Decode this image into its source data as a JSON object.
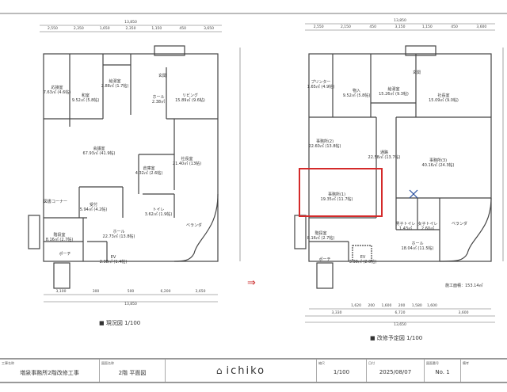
{
  "existing_plan": {
    "caption": "■ 現況図 1/100",
    "top_total": "13,850",
    "top_dims": [
      "2,550",
      "2,350",
      "1,650",
      "2,350",
      "1,150",
      "450",
      "3,650"
    ],
    "bottom_dims": [
      "3,100",
      "300",
      "500",
      "6,200",
      "3,650"
    ],
    "bottom_total": "13,850",
    "rooms": [
      {
        "name": "応接室",
        "area": "7.63㎡ (4.6帖)"
      },
      {
        "name": "和室",
        "area": "9.52㎡ (5.8帖)"
      },
      {
        "name": "給湯室",
        "area": "2.88㎡ (1.7帖)"
      },
      {
        "name": "ホール",
        "area": "2.38㎡"
      },
      {
        "name": "リビング",
        "area": "15.89㎡ (9.6帖)"
      },
      {
        "name": "玄関",
        "area": ""
      },
      {
        "name": "会議室",
        "area": "67.93㎡ (41.9帖)"
      },
      {
        "name": "社長室",
        "area": "21.40㎡ (13帖)"
      },
      {
        "name": "倉庫室",
        "area": "4.32㎡ (2.6帖)"
      },
      {
        "name": "図書コーナー",
        "area": ""
      },
      {
        "name": "受付",
        "area": "5.94㎡ (4.2帖)"
      },
      {
        "name": "トイレ",
        "area": "3.62㎡ (1.9帖)"
      },
      {
        "name": "ホール",
        "area": "22.73㎡ (13.8帖)"
      },
      {
        "name": "ベランダ",
        "area": ""
      },
      {
        "name": "階段室",
        "area": "8.16㎡ (2.7帖)"
      },
      {
        "name": "ポーチ",
        "area": ""
      },
      {
        "name": "EV",
        "area": "2.38㎡ (1.4帖)"
      }
    ]
  },
  "arrow": "⇒",
  "planned_plan": {
    "caption": "■ 改修予定図 1/100",
    "construction_area": "施工面積：153.14㎡",
    "top_total": "13,850",
    "top_dims": [
      "2,550",
      "2,150",
      "450",
      "3,150",
      "1,150",
      "450",
      "3,600"
    ],
    "bottom_dims_upper": [
      "1,620",
      "200",
      "1,600",
      "200",
      "1,580",
      "1,600"
    ],
    "bottom_dims_lower": [
      "3,330",
      "6,720",
      "3,600"
    ],
    "bottom_total": "13,650",
    "rooms": [
      {
        "name": "プリンター",
        "area": "1.65㎡ (4.9帖)"
      },
      {
        "name": "物入",
        "area": "9.52㎡ (5.8帖)"
      },
      {
        "name": "給湯室",
        "area": "15.26㎡ (9.3帖)"
      },
      {
        "name": "玄関",
        "area": ""
      },
      {
        "name": "社長室",
        "area": "15.09㎡ (9.0帖)"
      },
      {
        "name": "事務所(2)",
        "area": "22.60㎡ (13.8帖)"
      },
      {
        "name": "通路",
        "area": "22.58㎡ (13.7帖)"
      },
      {
        "name": "事務所(3)",
        "area": "40.16㎡ (24.3帖)"
      },
      {
        "name": "事務所(1)",
        "area": "19.35㎡ (11.7帖)"
      },
      {
        "name": "男子トイレ",
        "area": "1.43㎡"
      },
      {
        "name": "女子トイレ",
        "area": "2.60㎡"
      },
      {
        "name": "ベランダ",
        "area": ""
      },
      {
        "name": "階段室",
        "area": "8.16㎡ (2.7帖)"
      },
      {
        "name": "ホール",
        "area": "18.04㎡ (11.5帖)"
      },
      {
        "name": "ポーチ",
        "area": ""
      },
      {
        "name": "EV",
        "area": "3.38㎡ (2.0帖)"
      }
    ]
  },
  "title_block": {
    "project_label": "工事名称",
    "project": "増泉事務所2階改修工事",
    "drawing_label": "図面名称",
    "drawing": "2階 平面図",
    "logo": "ichiko",
    "scale_label": "縮尺",
    "scale": "1/100",
    "date_label": "日付",
    "date": "2025/08/07",
    "number_label": "図面番号",
    "number": "No. 1",
    "remarks_label": "備考"
  },
  "colors": {
    "highlight": "#d42a2a",
    "arrow": "#cc3333",
    "wall": "#444444"
  }
}
